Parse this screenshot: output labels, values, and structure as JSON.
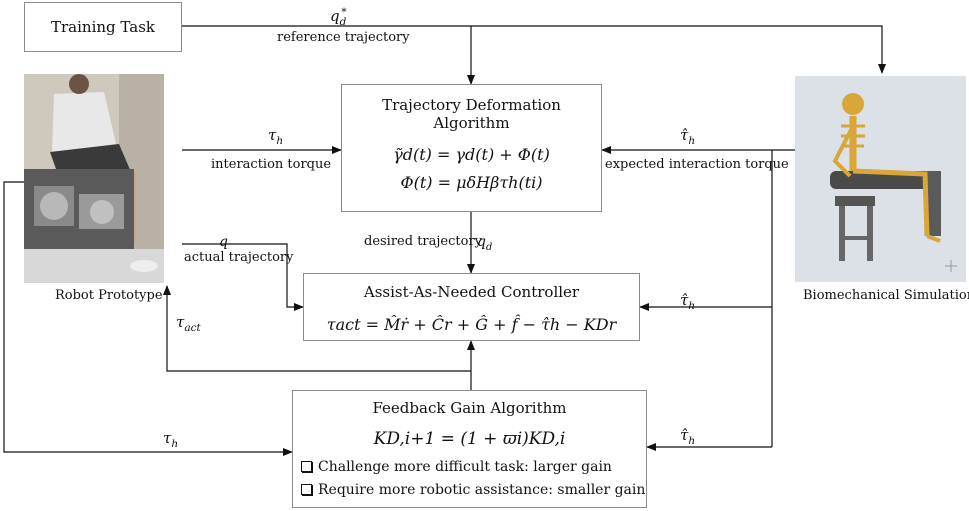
{
  "training_task": {
    "label": "Training Task"
  },
  "top_signal": {
    "symbol": "q",
    "sub": "d",
    "sup": "*",
    "caption": "reference trajectory"
  },
  "robot": {
    "caption": "Robot Prototype"
  },
  "simulation": {
    "caption": "Biomechanical Simulation"
  },
  "tda": {
    "title": "Trajectory Deformation Algorithm",
    "eq1": "γ̃d(t) = γd(t) + Φ(t)",
    "eq2": "Φ(t) = μδHβτh(ti)"
  },
  "aan": {
    "title": "Assist-As-Needed Controller",
    "eq": "τact = M̂ṙ + Ĉr + Ĝ + f̂ − τ̂h − KDr"
  },
  "fga": {
    "title": "Feedback Gain Algorithm",
    "eq": "KD,i+1 = (1 + ϖi)KD,i",
    "bullet1": "Challenge more difficult task: larger gain",
    "bullet2": "Require more robotic assistance: smaller gain"
  },
  "labels": {
    "tau_h": "τ",
    "tau_h_sub": "h",
    "interaction_torque": "interaction torque",
    "tau_hat": "τ̂",
    "tau_hat_sub": "h",
    "expected_interaction_torque": "expected interaction torque",
    "q": "q",
    "actual_trajectory": "actual trajectory",
    "desired_trajectory": "desired trajectory",
    "qd": "q",
    "qd_sub": "d",
    "tau_act": "τ",
    "tau_act_sub": "act"
  }
}
